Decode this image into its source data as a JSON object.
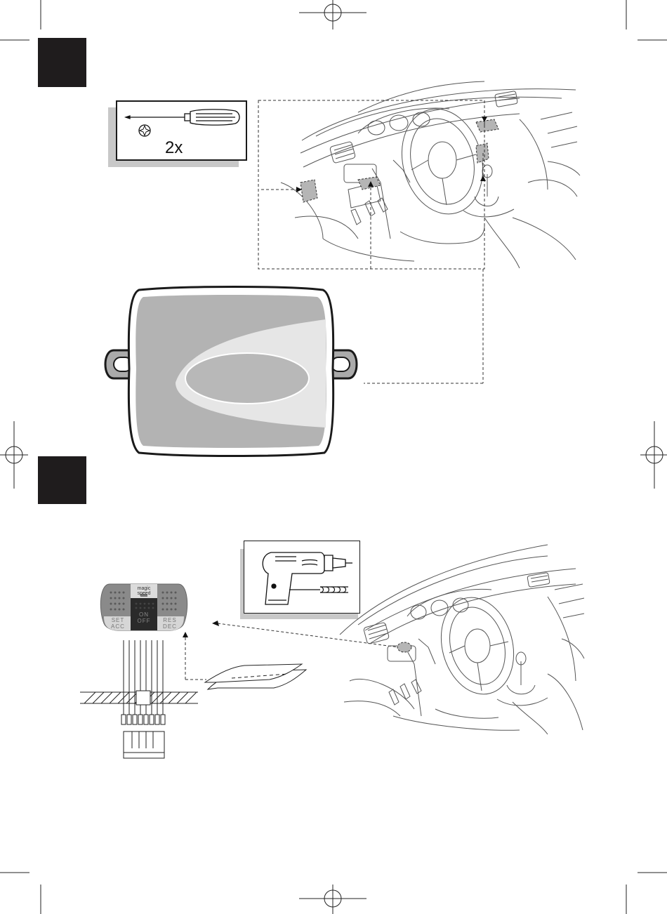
{
  "step1": {
    "tool_box": {
      "quantity_label": "2x",
      "tool_icon": "screwdriver-icon",
      "bit_icon": "phillips-cross-icon"
    },
    "illustrations": [
      "car-dashboard-mounting-locations",
      "control-unit-box"
    ]
  },
  "step2": {
    "tool_box": {
      "tool_icon": "power-drill-icon",
      "bit_icon": "drill-bit-icon"
    },
    "control_pad": {
      "brand_label": "magic speed",
      "buttons": [
        {
          "line1": "SET",
          "line2": "ACC"
        },
        {
          "line1": "ON",
          "line2": "OFF"
        },
        {
          "line1": "RES",
          "line2": "DEC"
        }
      ]
    },
    "illustrations": [
      "adhesive-tape-strip",
      "cable-through-panel",
      "car-dashboard-pad-location"
    ]
  },
  "colors": {
    "section_tab": "#1f1c1d",
    "line": "#555555",
    "box_shadow": "#c8c8c8",
    "unit_fill": "#b5b5b5"
  }
}
